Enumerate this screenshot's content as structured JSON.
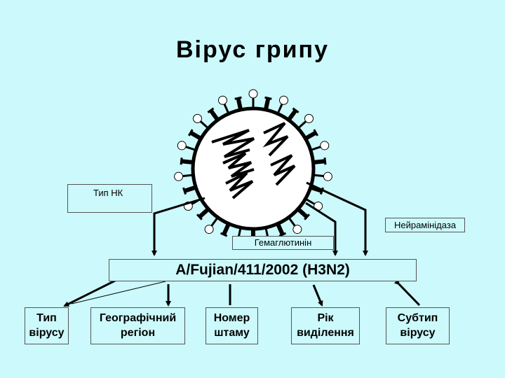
{
  "title": "Вірус грипу",
  "labels": {
    "nk_type": "Тип НК",
    "neuraminidase": "Нейрамінідаза",
    "hemagglutinin": "Гемаглютинін"
  },
  "strain": "A/Fujian/411/2002  (H3N2)",
  "categories": [
    {
      "line1": "Тип",
      "line2": "вірусу"
    },
    {
      "line1": "Географічний",
      "line2": "регіон"
    },
    {
      "line1": "Номер",
      "line2": "штаму"
    },
    {
      "line1": "Рік",
      "line2": "виділення"
    },
    {
      "line1": "Субтип",
      "line2": "вірусу"
    }
  ]
}
